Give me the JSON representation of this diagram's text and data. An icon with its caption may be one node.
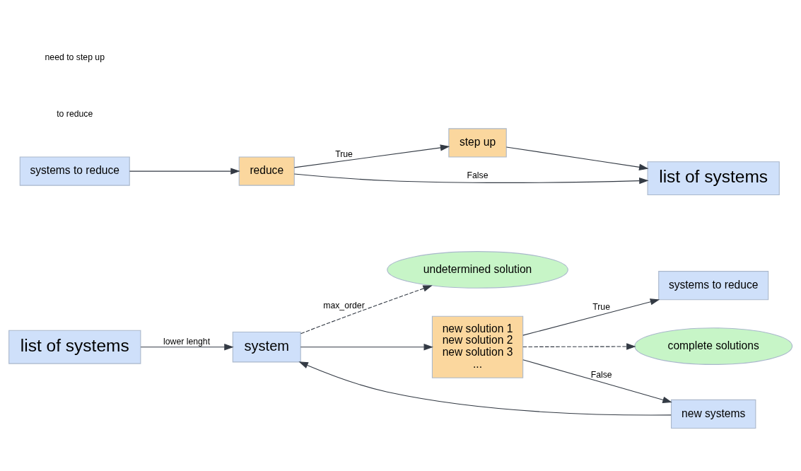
{
  "diagram": {
    "nodes": [
      {
        "text": [
          "list of systems"
        ]
      },
      {
        "text": [
          "system"
        ]
      },
      {
        "text": [
          "undetermined solution"
        ]
      },
      {
        "text": [
          "new solution 1",
          "new solution 2",
          "new solution 3",
          "..."
        ]
      },
      {
        "text": [
          "complete solutions"
        ]
      },
      {
        "text": [
          "new systems"
        ]
      },
      {
        "text": [
          "systems to reduce"
        ]
      },
      {
        "text": [
          "systems to reduce"
        ]
      },
      {
        "text": [
          "reduce"
        ]
      },
      {
        "text": [
          "step up"
        ]
      },
      {
        "text": [
          "list of systems"
        ]
      }
    ],
    "edges": [
      {
        "from": 0,
        "to": 1,
        "arrow": "to",
        "label": "lower lenght"
      },
      {
        "from": 1,
        "to": 2,
        "arrow": "to",
        "label": "max_order",
        "style": "dashed"
      },
      {
        "from": 1,
        "to": 3,
        "arrow": "to"
      },
      {
        "from": 3,
        "to": 4,
        "arrow": "to",
        "style": "dashed"
      },
      {
        "from": 3,
        "to": 5,
        "arrow": "to",
        "label": "False"
      },
      {
        "from": 3,
        "to": 6,
        "arrow": "to",
        "label": "True"
      },
      {
        "from": 5,
        "to": 1,
        "arrow": "to"
      },
      {
        "from": 7,
        "to": 8,
        "arrow": "to"
      },
      {
        "from": 8,
        "to": 9,
        "arrow": "to",
        "label": "True"
      },
      {
        "from": 8,
        "to": 10,
        "arrow": "to",
        "label": "False"
      },
      {
        "from": 9,
        "to": 10,
        "arrow": "to"
      }
    ],
    "labels": [
      "to reduce",
      "need to step up"
    ]
  }
}
